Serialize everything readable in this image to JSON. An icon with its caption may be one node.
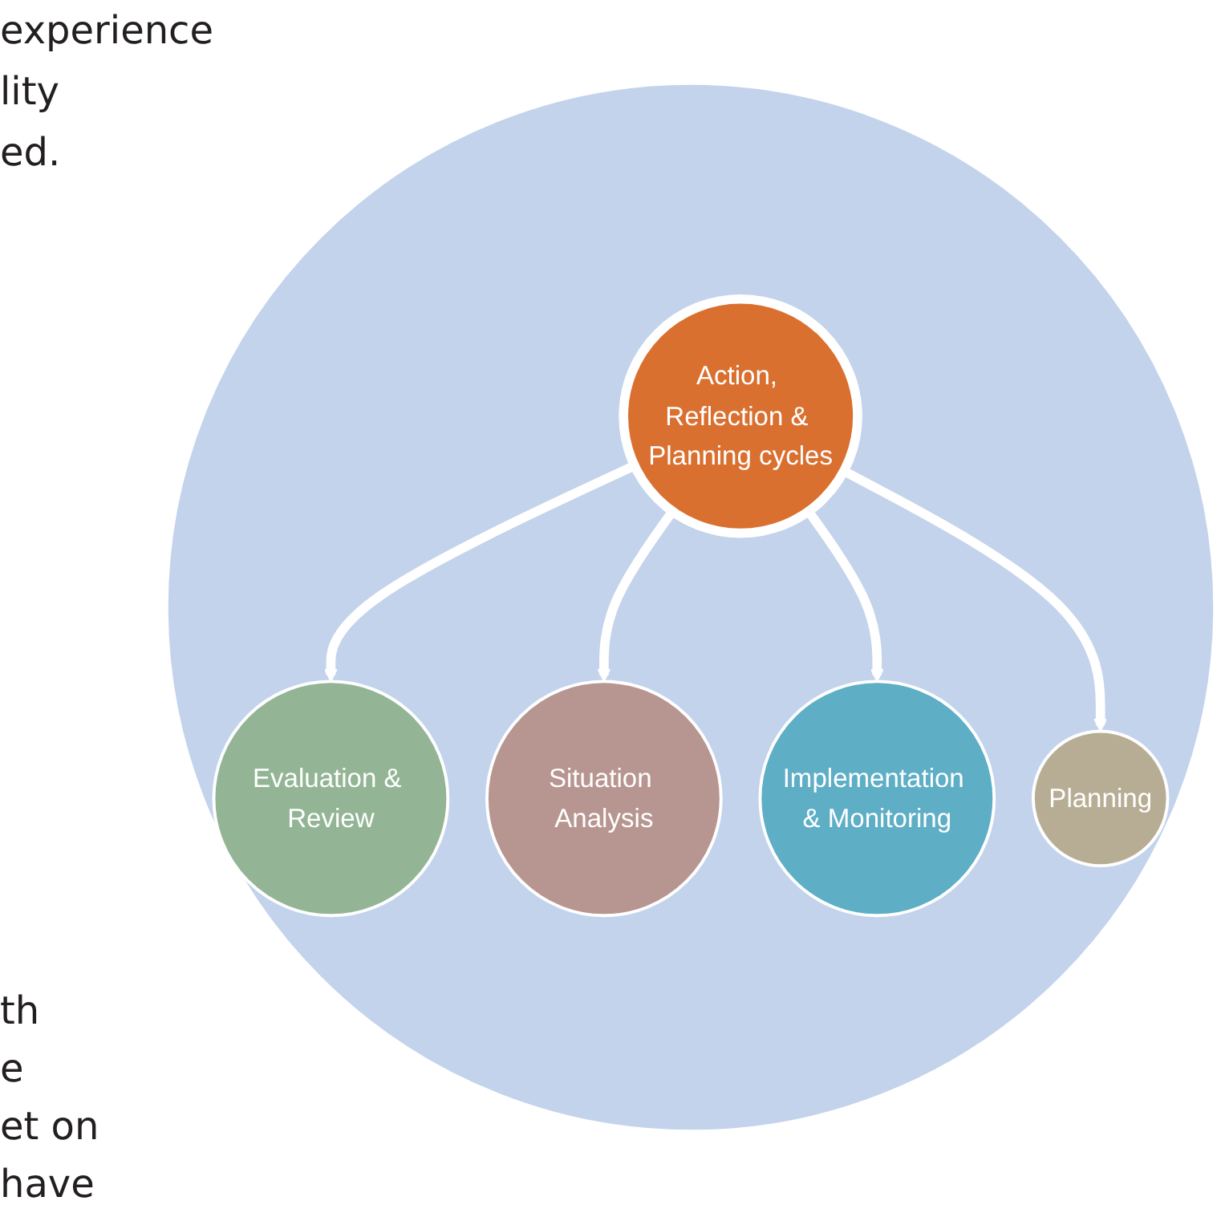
{
  "diagram": {
    "nodes": [
      {
        "text": [],
        "shape": "circle"
      },
      {
        "text": [
          "Action, Reflection & Planning cycles"
        ],
        "in": 0
      },
      {
        "text": [
          "Evaluation & Review"
        ],
        "in": 0
      },
      {
        "text": [
          "Situation Analysis"
        ],
        "in": 0
      },
      {
        "text": [
          "Implementation & Monitoring"
        ],
        "in": 0
      },
      {
        "text": [
          "Planning"
        ],
        "in": 0
      }
    ],
    "edges": [
      {
        "from": 1,
        "to": 2,
        "arrow": "to"
      },
      {
        "from": 1,
        "to": 3,
        "arrow": "to"
      },
      {
        "from": 1,
        "to": 4,
        "arrow": "to"
      },
      {
        "from": 1,
        "to": 5,
        "arrow": "to"
      }
    ],
    "labels": [
      "experience",
      "lity",
      "ed.",
      "th",
      "e",
      "et on",
      "have"
    ]
  }
}
